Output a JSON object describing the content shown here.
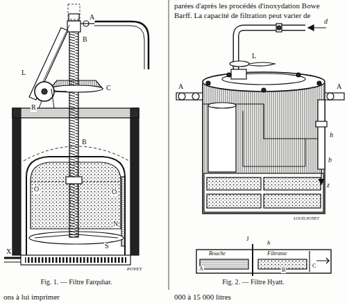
{
  "diagram": {
    "labels": [
      "parées d'après les procédés d'inoxydation Bowe",
      "Barff. La capacité de filtration peut varier de",
      "A",
      "B",
      "L",
      "R",
      "C",
      "B",
      "O",
      "O",
      "N",
      "S",
      "X",
      "POYET",
      "Fig. 1. — Filtre Farquhar.",
      "d",
      "L",
      "A",
      "A",
      "h",
      "b",
      "z",
      "LOUIS POYET",
      "J",
      "h",
      "Bouche",
      "Filtrante",
      "A",
      "B",
      "C",
      "Fig. 2. — Filtre Hyatt.",
      "ons à lui imprimer",
      "000 à 15 000 litres"
    ]
  }
}
